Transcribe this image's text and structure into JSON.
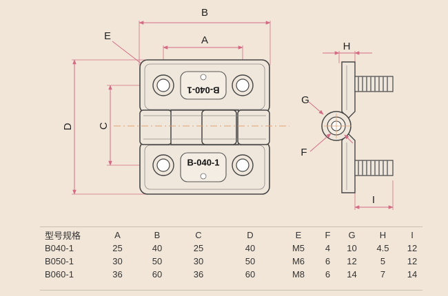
{
  "drawing": {
    "dimension_labels": {
      "A": "A",
      "B": "B",
      "C": "C",
      "D": "D",
      "E": "E",
      "F": "F",
      "G": "G",
      "H": "H",
      "I": "I"
    },
    "part_marks": {
      "upper": "B-040-1",
      "lower": "B-040-1"
    },
    "colors": {
      "dimension_line": "#d26c84",
      "outline": "#444444",
      "fill": "#f0e7dc",
      "center_line": "#e0a070",
      "screw": "#666666"
    }
  },
  "table": {
    "headers": [
      "型号规格",
      "A",
      "B",
      "C",
      "D",
      "E",
      "F",
      "G",
      "H",
      "I"
    ],
    "rows": [
      [
        "B040-1",
        "25",
        "40",
        "25",
        "40",
        "M5",
        "4",
        "10",
        "4.5",
        "12"
      ],
      [
        "B050-1",
        "30",
        "50",
        "30",
        "50",
        "M6",
        "6",
        "12",
        "5",
        "12"
      ],
      [
        "B060-1",
        "36",
        "60",
        "36",
        "60",
        "M8",
        "6",
        "14",
        "7",
        "14"
      ]
    ]
  }
}
